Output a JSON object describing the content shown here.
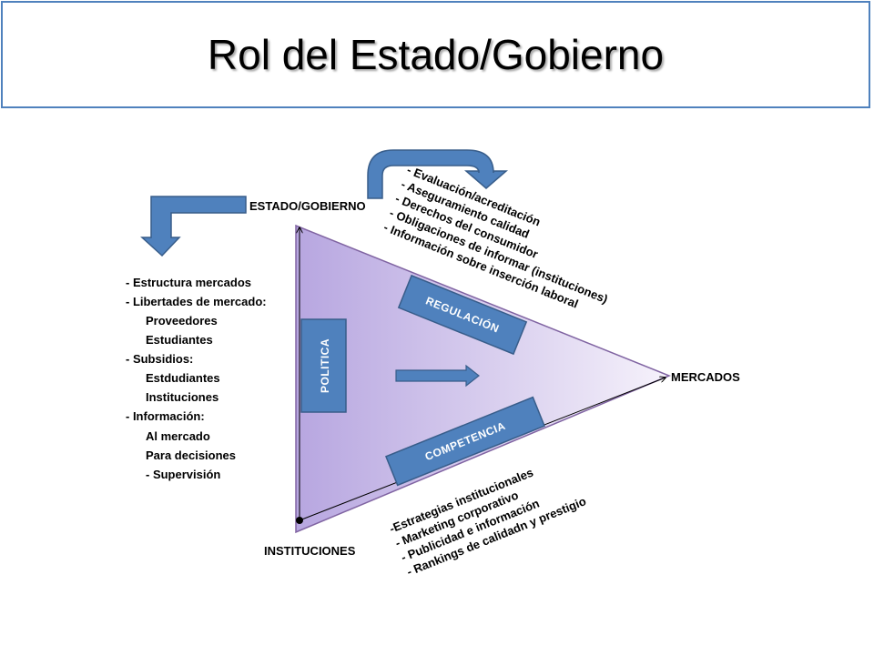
{
  "title": "Rol del Estado/Gobierno",
  "colors": {
    "accent": "#4f81bd",
    "box_fill": "#4f81bd",
    "box_border": "#385d8a",
    "triangle_light": "#f3eefa",
    "triangle_dark": "#b7a6e0"
  },
  "nodes": {
    "estado": "ESTADO/GOBIERNO",
    "mercados": "MERCADOS",
    "instituciones": "INSTITUCIONES"
  },
  "boxes": {
    "politica": "POLITICA",
    "regulacion": "REGULACIÓN",
    "competencia": "COMPETENCIA"
  },
  "left_list": [
    "- Estructura mercados",
    "- Libertades de mercado:",
    "Proveedores",
    "Estudiantes",
    "- Subsidios:",
    "Estdudiantes",
    "Instituciones",
    "- Información:",
    "Al mercado",
    "Para decisiones",
    "- Supervisión"
  ],
  "top_list": [
    "- Evaluación/acreditación",
    "- Aseguramiento calidad",
    "- Derechos del consumidor",
    "- Obligaciones de informar (instituciones)",
    "- Información sobre inserción laboral"
  ],
  "bottom_list": [
    "-Estrategias institucionales",
    "- Marketing corporativo",
    "- Publicidad e información",
    "- Rankings de calidadn y prestigio"
  ]
}
